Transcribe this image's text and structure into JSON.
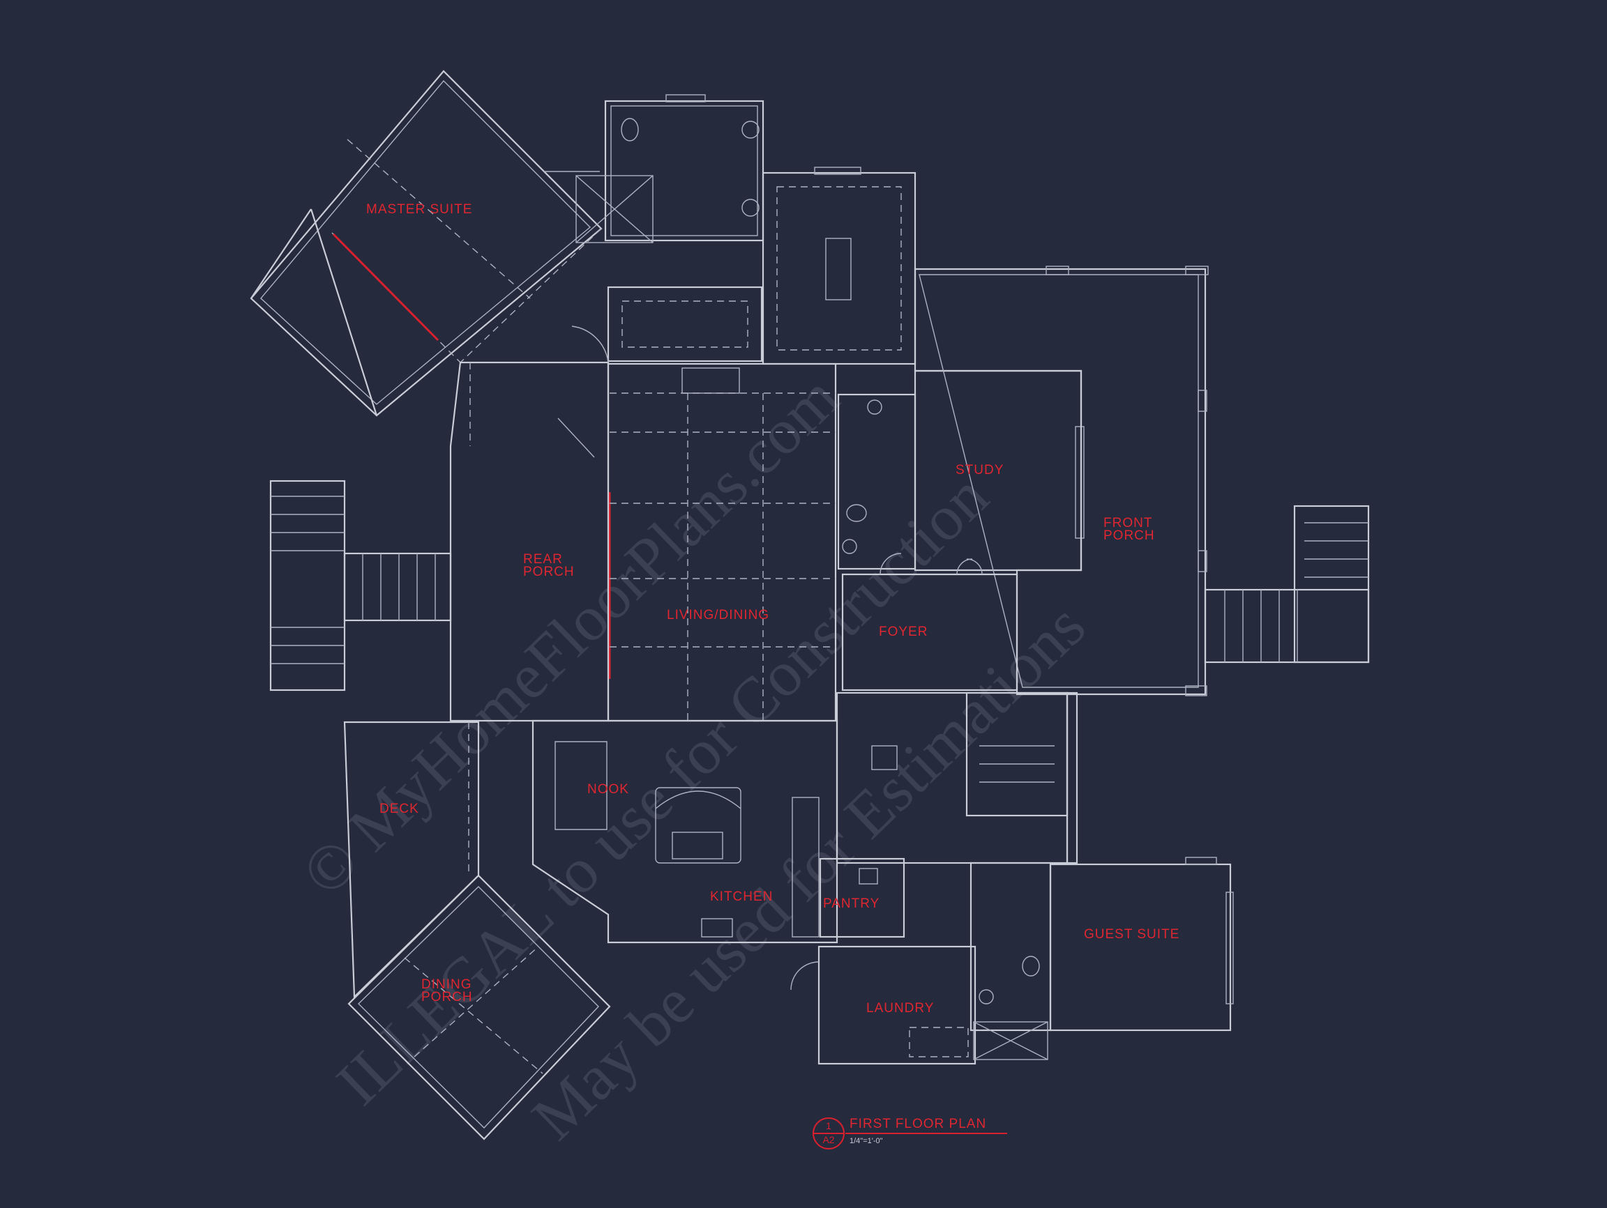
{
  "rooms": {
    "master_suite": "MASTER SUITE",
    "rear_porch_1": "REAR",
    "rear_porch_2": "PORCH",
    "living_dining": "LIVING/DINING",
    "study": "STUDY",
    "front_porch_1": "FRONT",
    "front_porch_2": "PORCH",
    "foyer": "FOYER",
    "nook": "NOOK",
    "deck": "DECK",
    "kitchen": "KITCHEN",
    "pantry": "PANTRY",
    "guest_suite": "GUEST SUITE",
    "dining_porch_1": "DINING",
    "dining_porch_2": "PORCH",
    "laundry": "LAUNDRY"
  },
  "title_block": {
    "sheet_top": "1",
    "sheet_bottom": "A2",
    "title": "FIRST FLOOR PLAN",
    "scale": "1/4\"=1'-0\""
  },
  "watermark": {
    "line1": "© MyHomeFloorPlans.com",
    "line2": "ILLEGAL to use for Construction",
    "line3": "May be used for Estimations"
  },
  "colors": {
    "background": "#252a3c",
    "linework": "#c9cdd8",
    "labels": "#e02630"
  }
}
